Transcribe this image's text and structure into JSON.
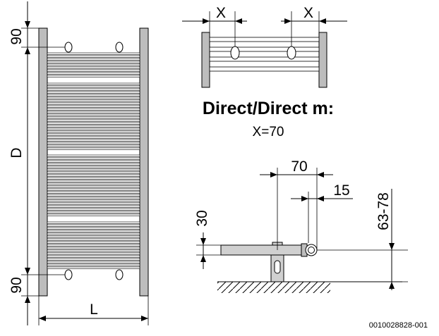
{
  "front_view": {
    "dim_top": "90",
    "dim_middle": "D",
    "dim_bottom": "90",
    "dim_width": "L"
  },
  "top_view": {
    "dim_left": "X",
    "dim_right": "X"
  },
  "model": {
    "title": "Direct/Direct m:",
    "spacing": "X=70"
  },
  "side_view": {
    "dim_offset": "70",
    "dim_pipe_gap": "15",
    "dim_height": "30",
    "dim_wall": "63-78"
  },
  "drawing_code": "0010028828-001"
}
